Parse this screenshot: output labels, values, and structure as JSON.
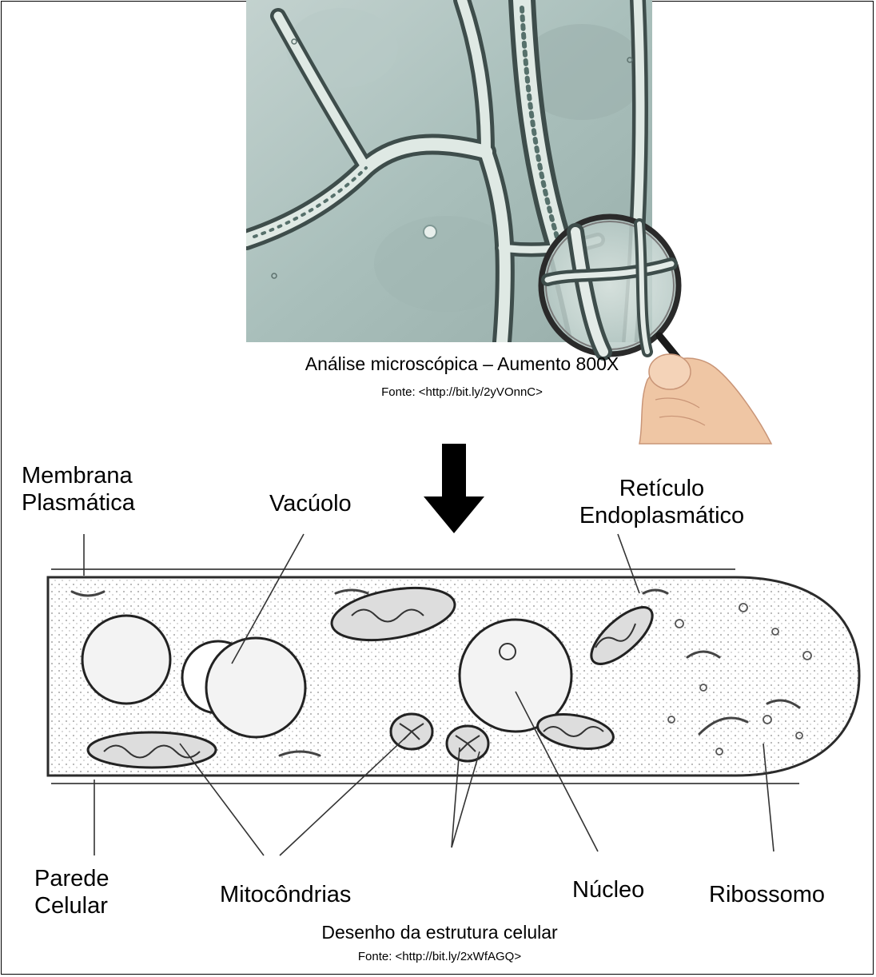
{
  "top": {
    "caption": "Análise microscópica – Aumento 800X",
    "source": "Fonte: <http://bit.ly/2yVOnnC>"
  },
  "labels": {
    "membrana_l1": "Membrana",
    "membrana_l2": "Plasmática",
    "vacuolo": "Vacúolo",
    "reticulo_l1": "Retículo",
    "reticulo_l2": "Endoplasmático",
    "parede_l1": "Parede",
    "parede_l2": "Celular",
    "mitocondrias": "Mitocôndrias",
    "nucleo": "Núcleo",
    "ribossomo": "Ribossomo"
  },
  "bottom": {
    "caption": "Desenho da estrutura celular",
    "source": "Fonte: <http://bit.ly/2xWfAGQ>"
  },
  "icons": [
    "magnifier-icon",
    "hand-icon",
    "down-arrow-icon"
  ],
  "colors": {
    "micro_bg": "#a9bdb9",
    "hypha": "#e4ece6",
    "skin": "#f2c9a8"
  }
}
